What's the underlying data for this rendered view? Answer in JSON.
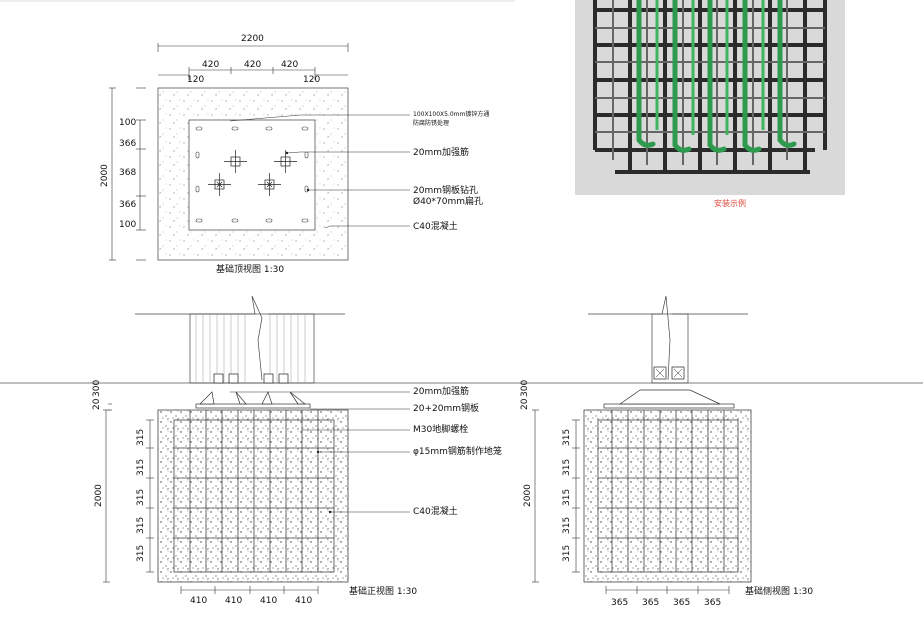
{
  "top_view": {
    "dim_total": "2200",
    "dim_upper": [
      "420",
      "420",
      "420"
    ],
    "dim_lower": [
      "120",
      "120"
    ],
    "dim_left_total": "2000",
    "dim_left": [
      "100",
      "366",
      "368",
      "366",
      "100"
    ],
    "callout_tube": "100X100X5.0mm镀锌方通",
    "callout_tube2": "防腐防锈处理",
    "callout_rebar": "20mm加强筋",
    "callout_plate": "20mm钢板钻孔",
    "callout_hole": "Ø40*70mm扁孔",
    "callout_concrete": "C40混凝土",
    "caption": "基础顶视图 1:30"
  },
  "front_view": {
    "dim_300": "300",
    "dim_20": "20",
    "dim_total": "2000",
    "dim_left": [
      "315",
      "315",
      "315",
      "315",
      "315"
    ],
    "dim_bottom": [
      "410",
      "410",
      "410",
      "410"
    ],
    "callout_rebar": "20mm加强筋",
    "callout_plate": "20+20mm钢板",
    "callout_bolt": "M30地脚螺栓",
    "callout_cage": "φ15mm钢筋制作地笼",
    "callout_concrete": "C40混凝土",
    "caption": "基础正视图 1:30"
  },
  "side_view": {
    "dim_300": "300",
    "dim_20": "20",
    "dim_total": "2000",
    "dim_left": [
      "315",
      "315",
      "315",
      "315",
      "315"
    ],
    "dim_bottom": [
      "365",
      "365",
      "365",
      "365"
    ],
    "caption": "基础侧视图 1:30"
  },
  "photo": {
    "caption": "安装示例"
  }
}
